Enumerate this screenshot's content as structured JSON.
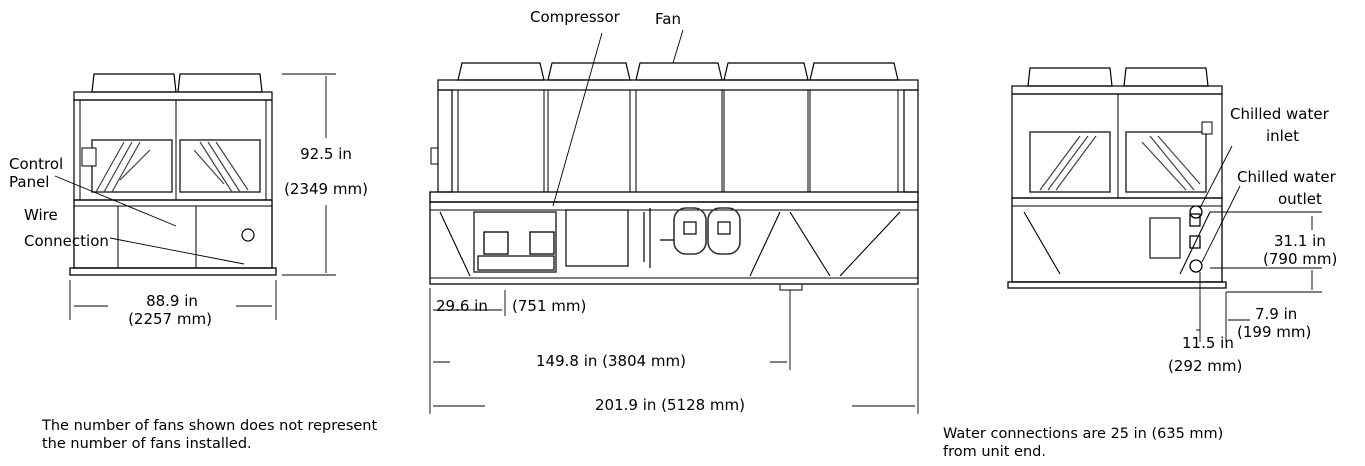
{
  "colors": {
    "line": "#000000",
    "panel": "#555555",
    "background": "#ffffff"
  },
  "left_view": {
    "height_in": "92.5 in",
    "height_mm": "(2349 mm)",
    "control_label_1": "Control",
    "control_label_2": "Panel",
    "wire_label_1": "Wire",
    "wire_label_2": "Connection",
    "width_in": "88.9 in",
    "width_mm": "(2257 mm)"
  },
  "center_view": {
    "compressor_label": "Compressor",
    "fan_label": "Fan",
    "dim_29_in": "29.6 in",
    "dim_29_mm": "(751 mm)",
    "dim_149": "149.8 in (3804 mm)",
    "dim_201": "201.9 in (5128 mm)"
  },
  "right_view": {
    "inlet_1": "Chilled water",
    "inlet_2": "inlet",
    "outlet_1": "Chilled water",
    "outlet_2": "outlet",
    "dim_31_in": "31.1 in",
    "dim_31_mm": "(790 mm)",
    "dim_7_in": "7.9 in",
    "dim_7_mm": "(199 mm)",
    "dim_11_in": "11.5 in",
    "dim_11_mm": "(292 mm)"
  },
  "notes": {
    "fans_1": "The number of fans shown does not represent",
    "fans_2": "the number of fans installed.",
    "water_1": "Water connections are 25 in (635 mm)",
    "water_2": "from unit end."
  }
}
